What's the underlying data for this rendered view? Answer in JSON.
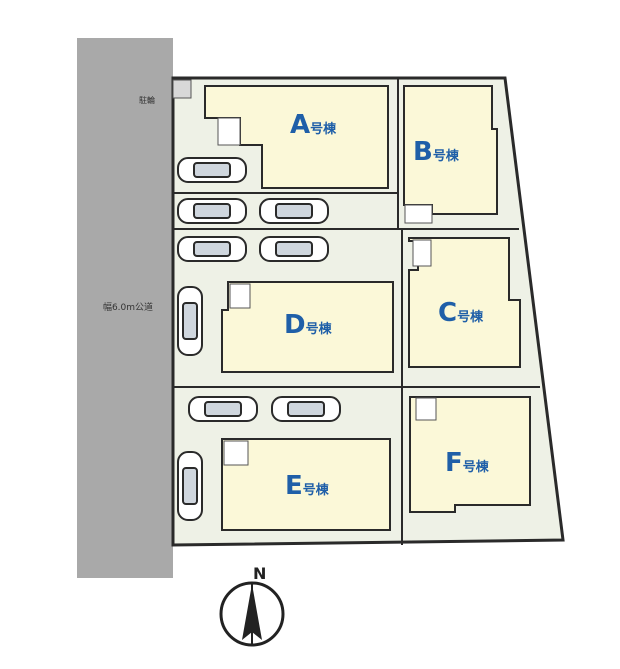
{
  "road": {
    "label": "幅6.0m公道"
  },
  "meter_box": {
    "label": "駐輪"
  },
  "lots": [
    {
      "id": "A",
      "letter": "A",
      "suffix": "号棟"
    },
    {
      "id": "B",
      "letter": "B",
      "suffix": "号棟"
    },
    {
      "id": "C",
      "letter": "C",
      "suffix": "号棟"
    },
    {
      "id": "D",
      "letter": "D",
      "suffix": "号棟"
    },
    {
      "id": "E",
      "letter": "E",
      "suffix": "号棟"
    },
    {
      "id": "F",
      "letter": "F",
      "suffix": "号棟"
    }
  ],
  "compass": {
    "label": "N"
  },
  "colors": {
    "road": "#a9a9a9",
    "lot_fill": "#fbf8d8",
    "driveway": "#eef1e6",
    "outline": "#2a2a2a",
    "label": "#1f5fa8"
  }
}
